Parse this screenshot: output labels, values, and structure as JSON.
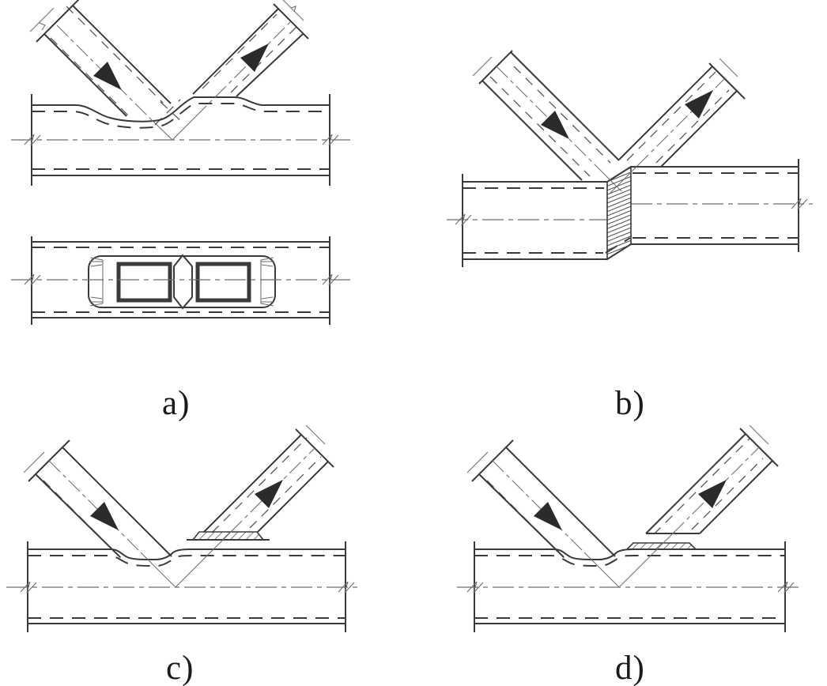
{
  "figure": {
    "panels": [
      {
        "id": "a",
        "label": "a)"
      },
      {
        "id": "b",
        "label": "b)"
      },
      {
        "id": "c",
        "label": "c)"
      },
      {
        "id": "d",
        "label": "d)"
      }
    ]
  },
  "colors": {
    "background": "#ffffff",
    "line": "#3a3a3a",
    "thin_line": "#6e6e6e",
    "arrow_fill": "#2b2b2b",
    "hatch": "#4a4a4a",
    "label_text": "#1a1a1a"
  }
}
